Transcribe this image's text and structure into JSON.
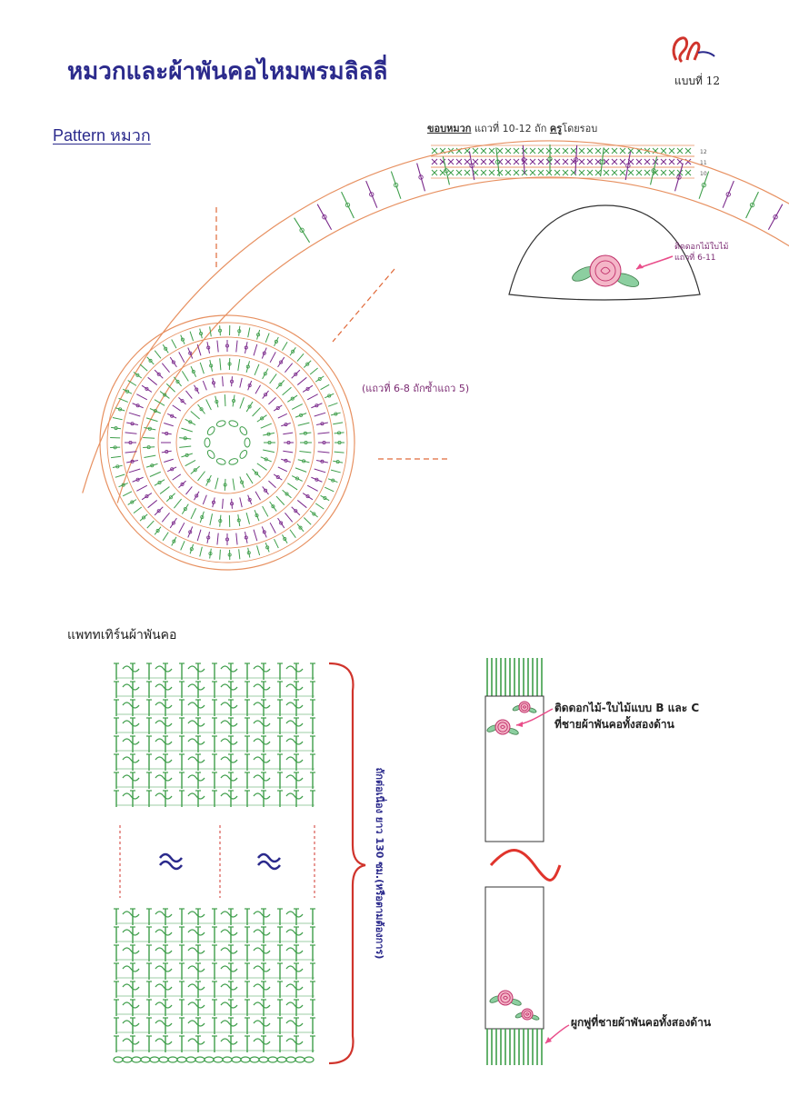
{
  "header": {
    "title": "หมวกและผ้าพันคอไหมพรมลิลลี่",
    "pattern_number": "แบบที่ 12"
  },
  "hat": {
    "heading": "Pattern หมวก",
    "brim_label": {
      "prefix": "ขอบหมวก",
      "text": " แถวที่ 10-12 ถัก ",
      "stitch": "ครู",
      "suffix": "โดยรอบ"
    },
    "brim_row_numbers": [
      "12",
      "11",
      "10"
    ],
    "flower_note": [
      "ติดดอกไม้ใบไม้",
      "แถวที่ 6-11"
    ],
    "rows_note": "(แถวที่ 6-8 ถักซ้ำแถว 5)"
  },
  "scarf": {
    "heading": "แพททเทิร์นผ้าพันคอ",
    "length_note": "ถักต่อเนื่อง ยาว 130 ซม.(หรือตามต้องการ)",
    "flower_note": [
      "ติดดอกไม้-ใบไม้แบบ B และ C",
      "ที่ชายผ้าพันคอทั้งสองด้าน"
    ],
    "fringe_note": "ผูกพู่ที่ชายผ้าพันคอทั้งสองด้าน"
  },
  "colors": {
    "title": "#2b2a8c",
    "green": "#3e9e4a",
    "purple": "#7b2a8c",
    "orange": "#e79060",
    "red": "#e0342c",
    "pink": "#e94d8a"
  }
}
